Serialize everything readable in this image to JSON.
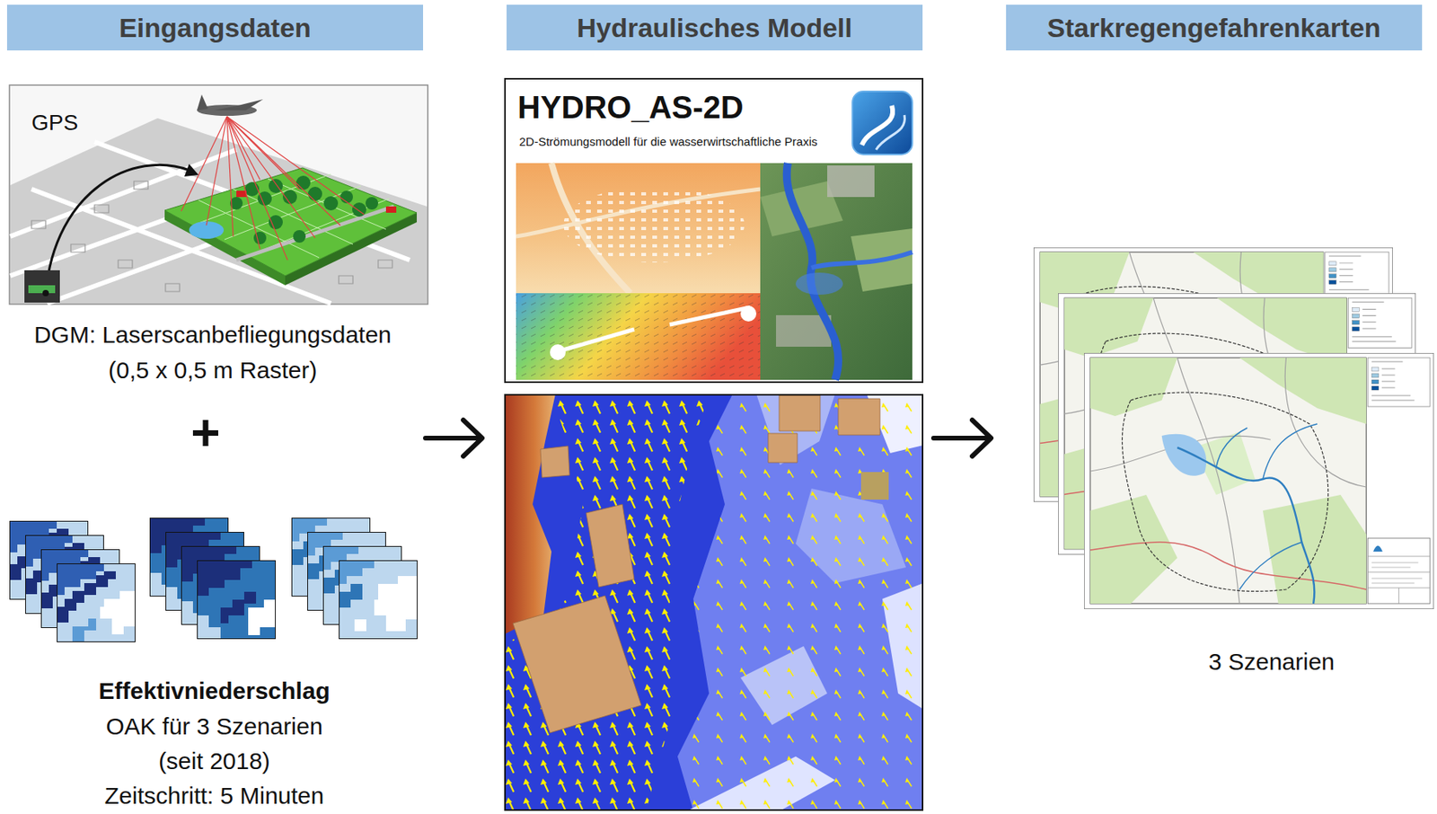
{
  "diagram": {
    "nodes": [
      {
        "text": [
          "Eingangsdaten"
        ]
      },
      {
        "text": [
          "Hydraulisches Modell"
        ]
      },
      {
        "text": [
          "Starkregengefahrenkarten"
        ]
      },
      {
        "text": [
          "HYDRO_AS-2D",
          "2D-Strömungsmodell für die wasserwirtschaftliche Praxis"
        ]
      }
    ],
    "labels": [
      "GPS",
      "DGM: Laserscanbefliegungsdaten",
      "(0,5 x 0,5 m Raster)",
      "+",
      "Effektivniederschlag",
      "OAK für 3 Szenarien",
      "(seit 2018)",
      "Zeitschritt: 5 Minuten",
      "3 Szenarien"
    ]
  }
}
